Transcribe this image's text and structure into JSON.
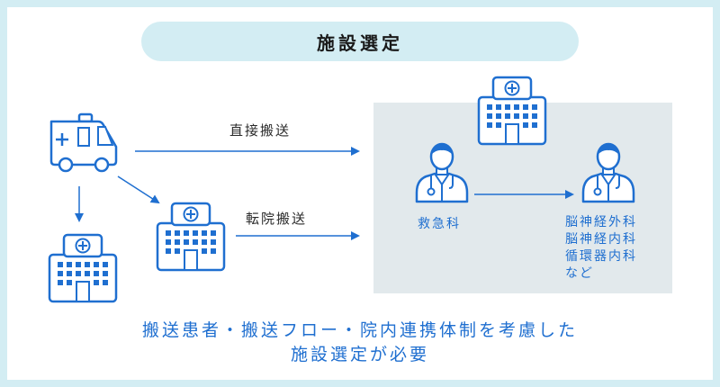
{
  "title": "施設選定",
  "edges": {
    "direct": "直接搬送",
    "transfer": "転院搬送"
  },
  "nodes": {
    "emergency_dept": "救急科",
    "specialties": [
      "脳神経外科",
      "脳神経内科",
      "循環器内科",
      "など"
    ]
  },
  "caption": {
    "line1": "搬送患者・搬送フロー・院内連携体制を考慮した",
    "line2": "施設選定が必要"
  },
  "icons": {
    "ambulance": "ambulance-icon",
    "hospital": "hospital-icon",
    "doctor": "doctor-icon"
  },
  "colors": {
    "accent": "#1f6fd0",
    "frame": "#d3edf3",
    "panel": "#e2e9ec"
  }
}
